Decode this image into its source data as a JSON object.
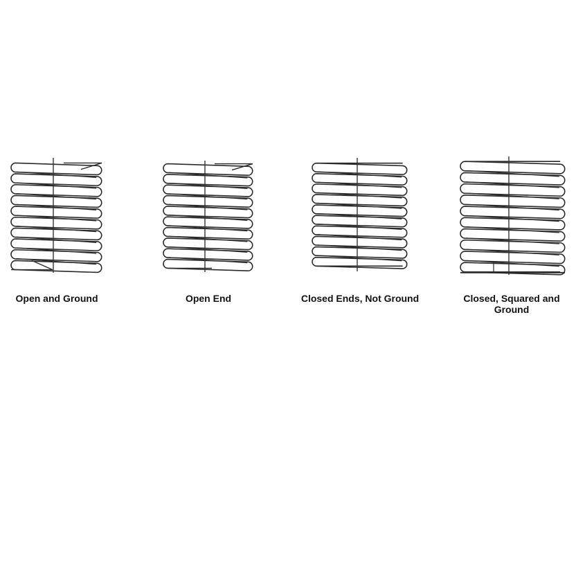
{
  "springs": [
    {
      "id": "open-and-ground",
      "caption": "Open and Ground",
      "end_type": "open-ground"
    },
    {
      "id": "open-end",
      "caption": "Open End",
      "end_type": "open"
    },
    {
      "id": "closed-ends-not-ground",
      "caption": "Closed Ends, Not Ground",
      "end_type": "closed"
    },
    {
      "id": "closed-squared-and-ground",
      "caption": "Closed, Squared and Ground",
      "end_type": "closed-squared-ground"
    }
  ],
  "colors": {
    "stroke": "#2a2a2a",
    "axis": "#333333",
    "caption": "#111111"
  }
}
